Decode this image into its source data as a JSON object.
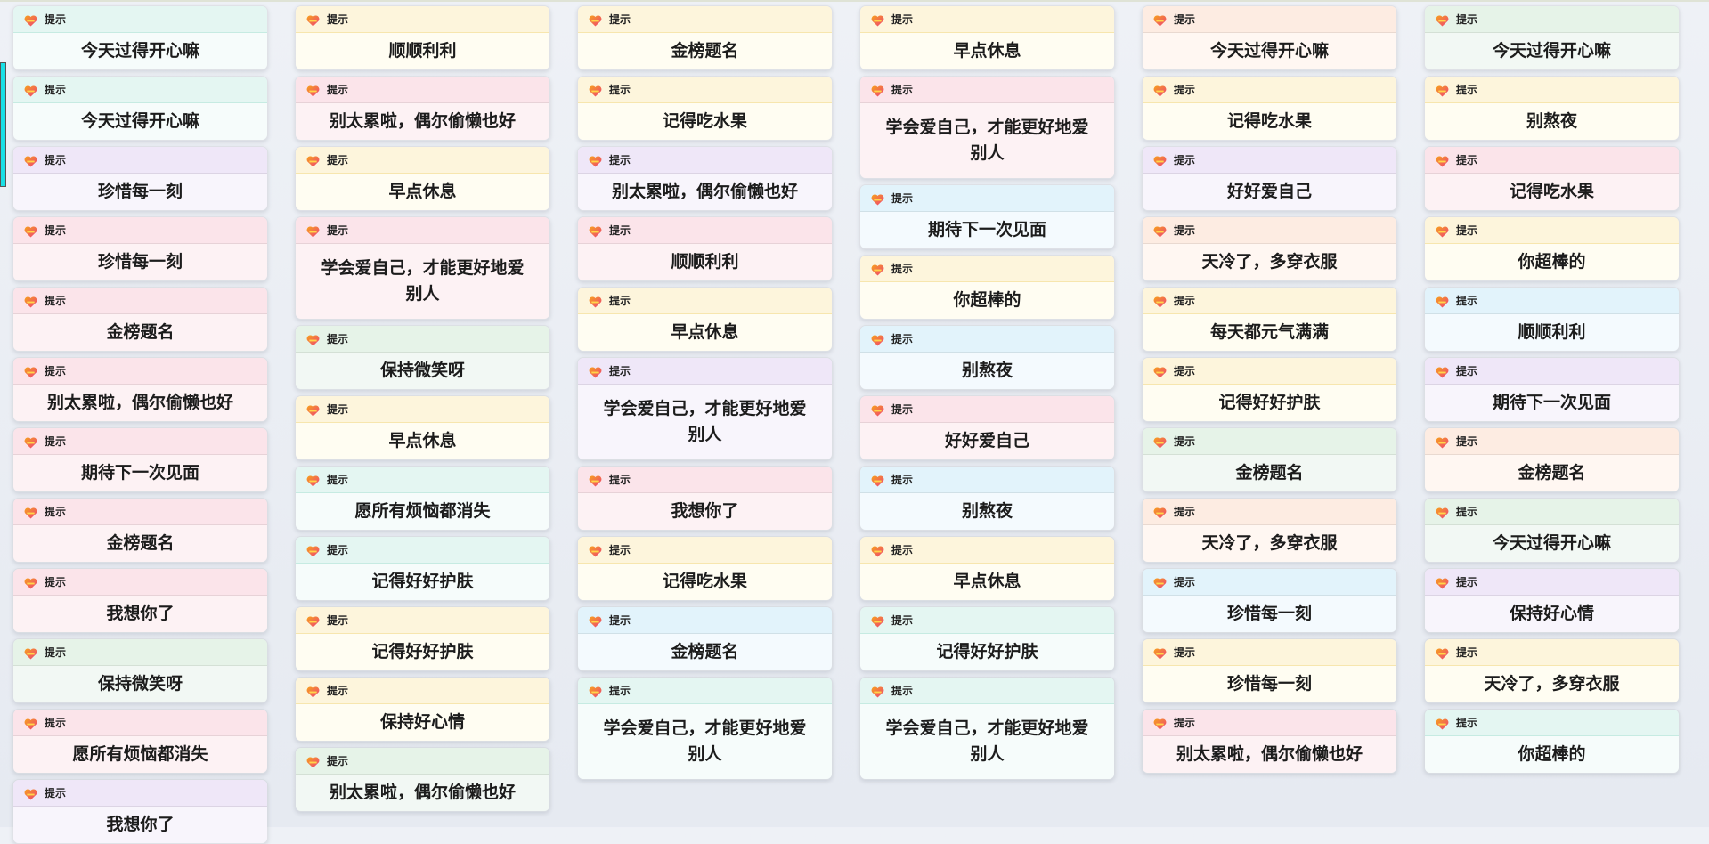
{
  "theme_colors": {
    "accent_bar": "#19e0e6",
    "heart": "#f0506e"
  },
  "cards": [
    {
      "title": "提示",
      "message": "今天过得开心嘛"
    },
    {
      "title": "提示",
      "message": "顺顺利利"
    },
    {
      "title": "提示",
      "message": "金榜题名"
    },
    {
      "title": "提示",
      "message": "早点休息"
    },
    {
      "title": "提示",
      "message": "今天过得开心嘛"
    },
    {
      "title": "提示",
      "message": "今天过得开心嘛"
    },
    {
      "title": "提示",
      "message": "今天过得开心嘛"
    },
    {
      "title": "提示",
      "message": "别太累啦，偶尔偷懒也好"
    },
    {
      "title": "提示",
      "message": "记得吃水果"
    },
    {
      "title": "提示",
      "message": "学会爱自己，才能更好地爱别人"
    },
    {
      "title": "提示",
      "message": "记得吃水果"
    },
    {
      "title": "提示",
      "message": "别熬夜"
    },
    {
      "title": "提示",
      "message": "珍惜每一刻"
    },
    {
      "title": "提示",
      "message": "早点休息"
    },
    {
      "title": "提示",
      "message": "别太累啦，偶尔偷懒也好"
    },
    {
      "title": "提示",
      "message": "好好爱自己"
    },
    {
      "title": "提示",
      "message": "记得吃水果"
    },
    {
      "title": "提示",
      "message": "期待下一次见面"
    },
    {
      "title": "提示",
      "message": "珍惜每一刻"
    },
    {
      "title": "提示",
      "message": "学会爱自己，才能更好地爱别人"
    },
    {
      "title": "提示",
      "message": "顺顺利利"
    },
    {
      "title": "提示",
      "message": "天冷了，多穿衣服"
    },
    {
      "title": "提示",
      "message": "你超棒的"
    },
    {
      "title": "提示",
      "message": "你超棒的"
    },
    {
      "title": "提示",
      "message": "金榜题名"
    },
    {
      "title": "提示",
      "message": "早点休息"
    },
    {
      "title": "提示",
      "message": "每天都元气满满"
    },
    {
      "title": "提示",
      "message": "顺顺利利"
    },
    {
      "title": "提示",
      "message": "保持微笑呀"
    },
    {
      "title": "提示",
      "message": "别熬夜"
    },
    {
      "title": "提示",
      "message": "别太累啦，偶尔偷懒也好"
    },
    {
      "title": "提示",
      "message": "学会爱自己，才能更好地爱别人"
    },
    {
      "title": "提示",
      "message": "记得好好护肤"
    },
    {
      "title": "提示",
      "message": "期待下一次见面"
    },
    {
      "title": "提示",
      "message": "早点休息"
    },
    {
      "title": "提示",
      "message": "好好爱自己"
    },
    {
      "title": "提示",
      "message": "期待下一次见面"
    },
    {
      "title": "提示",
      "message": "金榜题名"
    },
    {
      "title": "提示",
      "message": "金榜题名"
    },
    {
      "title": "提示",
      "message": "愿所有烦恼都消失"
    },
    {
      "title": "提示",
      "message": "我想你了"
    },
    {
      "title": "提示",
      "message": "别熬夜"
    },
    {
      "title": "提示",
      "message": "金榜题名"
    },
    {
      "title": "提示",
      "message": "天冷了，多穿衣服"
    },
    {
      "title": "提示",
      "message": "今天过得开心嘛"
    },
    {
      "title": "提示",
      "message": "记得好好护肤"
    },
    {
      "title": "提示",
      "message": "记得吃水果"
    },
    {
      "title": "提示",
      "message": "早点休息"
    },
    {
      "title": "提示",
      "message": "我想你了"
    },
    {
      "title": "提示",
      "message": "珍惜每一刻"
    },
    {
      "title": "提示",
      "message": "保持好心情"
    },
    {
      "title": "提示",
      "message": "记得好好护肤"
    },
    {
      "title": "提示",
      "message": "金榜题名"
    },
    {
      "title": "提示",
      "message": "记得好好护肤"
    },
    {
      "title": "提示",
      "message": "保持微笑呀"
    },
    {
      "title": "提示",
      "message": "珍惜每一刻"
    },
    {
      "title": "提示",
      "message": "天冷了，多穿衣服"
    },
    {
      "title": "提示",
      "message": "保持好心情"
    },
    {
      "title": "提示",
      "message": "学会爱自己，才能更好地爱别人"
    },
    {
      "title": "提示",
      "message": "学会爱自己，才能更好地爱别人"
    },
    {
      "title": "提示",
      "message": "愿所有烦恼都消失"
    },
    {
      "title": "提示",
      "message": "别太累啦，偶尔偷懒也好"
    },
    {
      "title": "提示",
      "message": "你超棒的"
    },
    {
      "title": "提示",
      "message": "别太累啦，偶尔偷懒也好"
    },
    {
      "title": "提示",
      "message": "我想你了"
    }
  ]
}
